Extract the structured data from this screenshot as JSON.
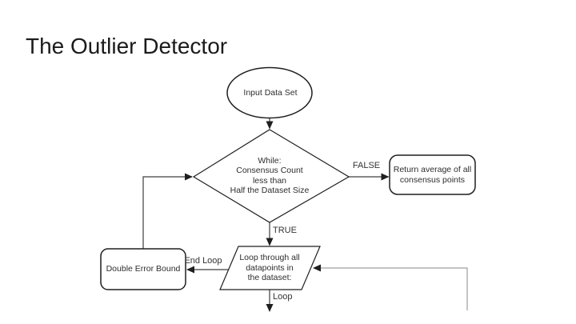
{
  "slide": {
    "title": "The Outlier Detector",
    "background_color": "#ffffff"
  },
  "flowchart": {
    "stroke_color": "#1f1f1f",
    "connector_color": "#3d3d3d",
    "cutoff_connector_color": "#8a8a8a",
    "text_color": "#2d2d2d",
    "nodes": {
      "input": {
        "shape": "ellipse",
        "label": "Input Data Set"
      },
      "while_check": {
        "shape": "decision-diamond",
        "label": "While:\nConsensus Count\nless than\nHalf the Dataset Size"
      },
      "return_average": {
        "shape": "rounded-rectangle",
        "label": "Return average of all\nconsensus points"
      },
      "loop_datapoints": {
        "shape": "parallelogram",
        "label": "Loop through all\ndatapoints in\nthe dataset:"
      },
      "double_error_bound": {
        "shape": "rounded-rectangle",
        "label": "Double Error Bound"
      }
    },
    "edge_labels": {
      "false_branch": "FALSE",
      "true_branch": "TRUE",
      "end_loop": "End Loop",
      "loop": "Loop"
    }
  }
}
